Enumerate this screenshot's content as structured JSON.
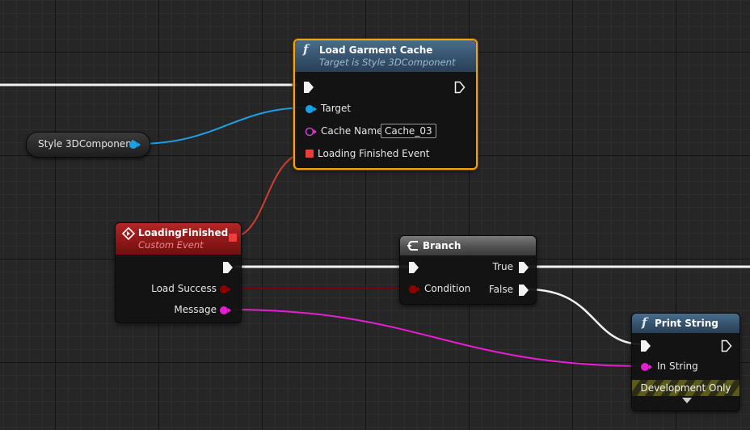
{
  "colors": {
    "exec_wire": "#f2f2f2",
    "object_pin": "#1ba0e6",
    "string_pin": "#e61ed2",
    "name_pin": "#c83cc8",
    "bool_pin": "#8c0000",
    "delegate_pin": "#f03c3c",
    "selected_outline": "#f0a30a"
  },
  "load_cache_node": {
    "icon": "function-icon",
    "title": "Load Garment Cache",
    "subtitle": "Target is Style 3DComponent",
    "target_label": "Target",
    "cache_name_label": "Cache Name",
    "cache_name_value": "Cache_03",
    "event_label": "Loading Finished Event"
  },
  "variable_node": {
    "label": "Style 3DComponent"
  },
  "custom_event_node": {
    "icon": "event-icon",
    "title": "LoadingFinished",
    "subtitle": "Custom Event",
    "load_success_label": "Load Success",
    "message_label": "Message"
  },
  "branch_node": {
    "icon": "branch-icon",
    "title": "Branch",
    "condition_label": "Condition",
    "true_label": "True",
    "false_label": "False"
  },
  "print_node": {
    "icon": "function-icon",
    "title": "Print String",
    "in_string_label": "In String",
    "dev_only_label": "Development Only"
  }
}
